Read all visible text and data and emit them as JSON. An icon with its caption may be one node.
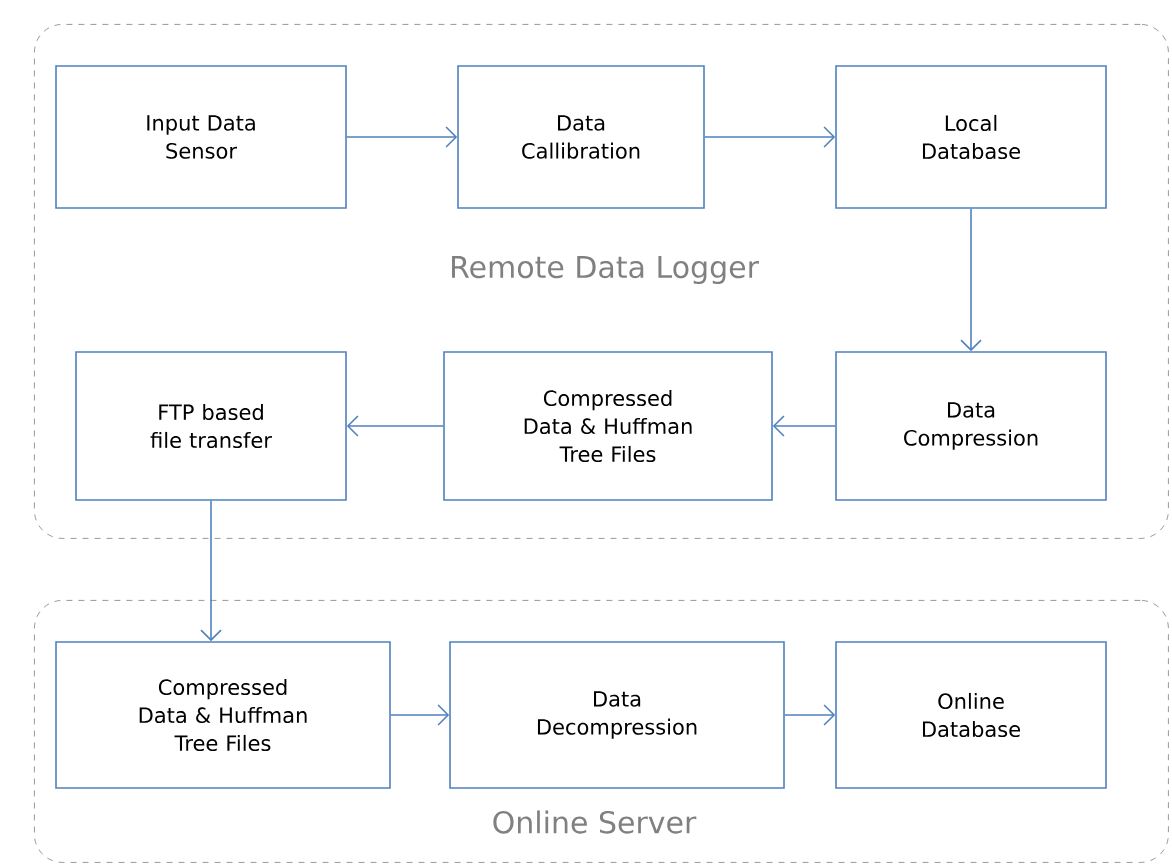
{
  "diagram": {
    "nodes": [
      {
        "text": [
          "Remote Data Logger"
        ]
      },
      {
        "text": [
          "Input Data Sensor"
        ],
        "in": 0
      },
      {
        "text": [
          "Data Callibration"
        ],
        "in": 0
      },
      {
        "text": [
          "Local Database"
        ],
        "in": 0
      },
      {
        "text": [
          "Data Compression"
        ],
        "in": 0
      },
      {
        "text": [
          "Compressed Data & Huffman Tree Files"
        ],
        "in": 0
      },
      {
        "text": [
          "FTP based file transfer"
        ],
        "in": 0
      },
      {
        "text": [
          "Online Server"
        ]
      },
      {
        "text": [
          "Compressed Data & Huffman Tree Files"
        ],
        "in": 7
      },
      {
        "text": [
          "Data Decompression"
        ],
        "in": 7
      },
      {
        "text": [
          "Online Database"
        ],
        "in": 7
      }
    ],
    "edges": [
      {
        "from": 1,
        "to": 2,
        "arrow": "to"
      },
      {
        "from": 2,
        "to": 3,
        "arrow": "to"
      },
      {
        "from": 3,
        "to": 4,
        "arrow": "to"
      },
      {
        "from": 4,
        "to": 5,
        "arrow": "to"
      },
      {
        "from": 5,
        "to": 6,
        "arrow": "to"
      },
      {
        "from": 6,
        "to": 8,
        "arrow": "to"
      },
      {
        "from": 8,
        "to": 9,
        "arrow": "to"
      },
      {
        "from": 9,
        "to": 10,
        "arrow": "to"
      }
    ]
  }
}
